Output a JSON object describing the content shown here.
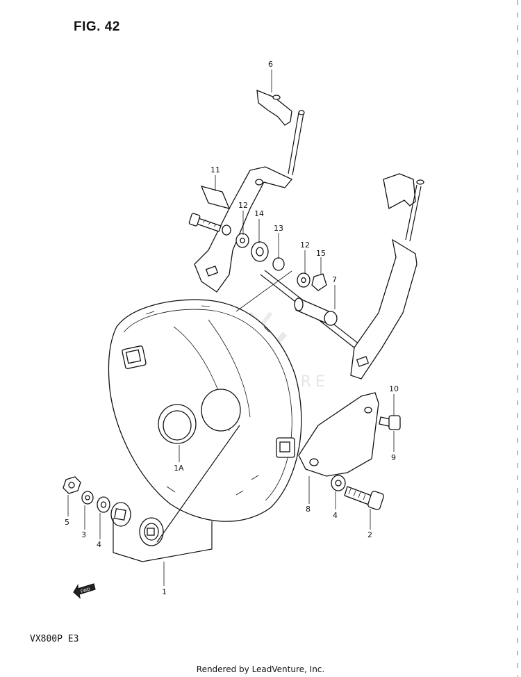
{
  "figure": {
    "title": "FIG. 42",
    "model": "VX800P  E3",
    "footer": "Rendered by LeadVenture, Inc.",
    "watermark": "LEADVENTURE",
    "fwd_label": "FWD"
  },
  "callouts": [
    "6",
    "11",
    "12",
    "14",
    "13",
    "12",
    "15",
    "7",
    "10",
    "9",
    "1A",
    "8",
    "4",
    "2",
    "5",
    "3",
    "4",
    "1"
  ]
}
